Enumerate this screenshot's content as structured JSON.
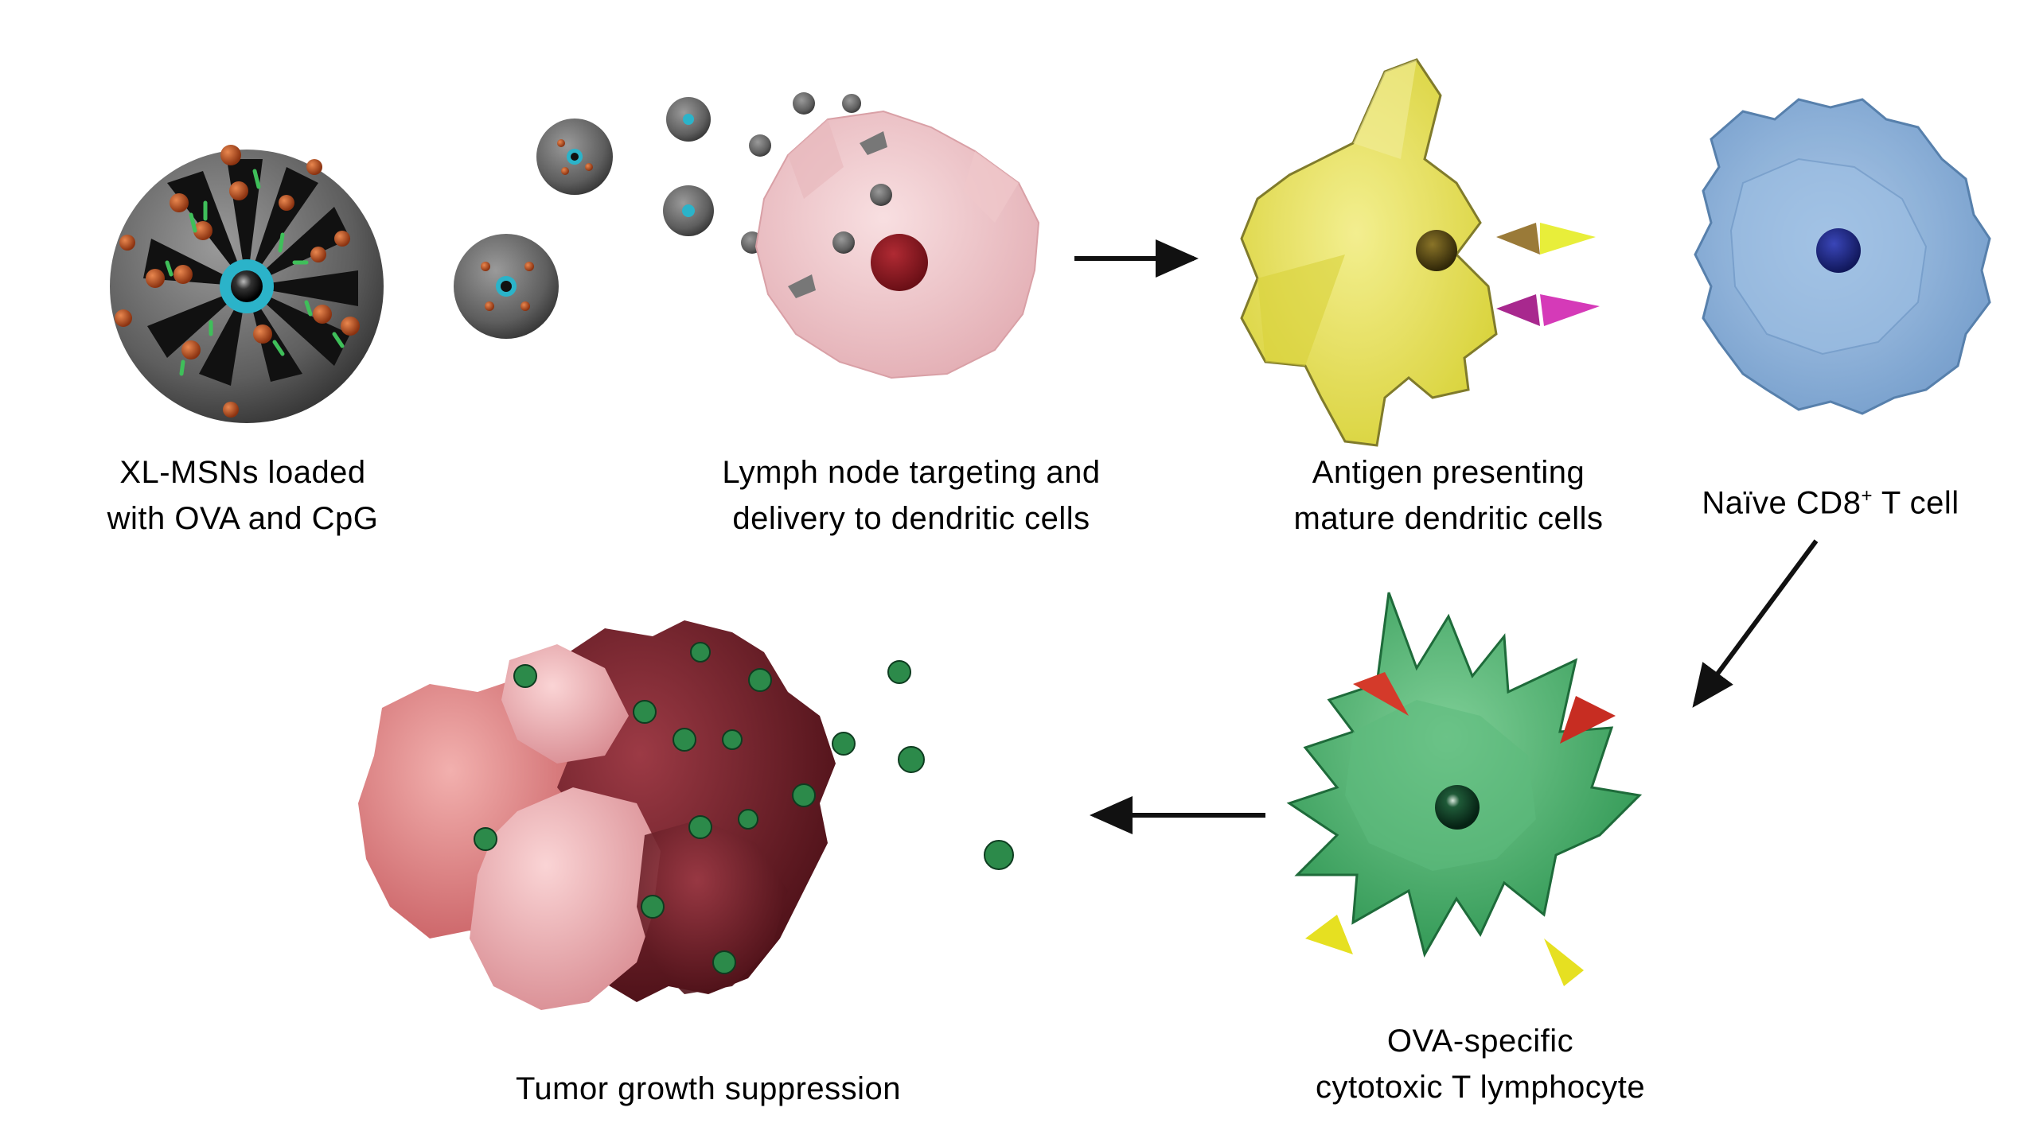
{
  "diagram": {
    "title": "XL-MSN vaccine mechanism",
    "stages": [
      {
        "id": "nanoparticle",
        "lines": [
          "XL-MSNs loaded",
          "with OVA and CpG"
        ]
      },
      {
        "id": "lymph-node",
        "lines": [
          "Lymph node targeting and",
          "delivery to dendritic cells"
        ]
      },
      {
        "id": "dendritic-cell",
        "lines": [
          "Antigen presenting",
          "mature dendritic cells"
        ]
      },
      {
        "id": "naive-t-cell",
        "lines": [
          "Naïve CD8",
          "+",
          " T cell"
        ]
      },
      {
        "id": "ctl",
        "lines": [
          "OVA-specific",
          "cytotoxic T lymphocyte"
        ]
      },
      {
        "id": "tumor",
        "lines": [
          "Tumor growth suppression"
        ]
      }
    ],
    "arrows": [
      {
        "from": "lymph-node",
        "to": "dendritic-cell"
      },
      {
        "from": "naive-t-cell",
        "to": "ctl"
      },
      {
        "from": "ctl",
        "to": "tumor"
      }
    ],
    "colors": {
      "msn_shell": "#6b6b6b",
      "msn_core": "#1a1a1a",
      "msn_ring": "#2bb3c9",
      "ova_particle": "#c0531f",
      "cpg_strand": "#3fbf5a",
      "lymph_cell": "#f2c9cc",
      "lymph_nucleus": "#8b1a22",
      "dendritic_cell": "#e8e25a",
      "dendritic_nucleus": "#4a3b10",
      "t_cell": "#8fb6de",
      "t_nucleus": "#1f2a8a",
      "ctl_cell": "#3fae66",
      "ctl_nucleus": "#0f3a22",
      "tumor_light": "#e38a8a",
      "tumor_pink": "#f0b1b3",
      "tumor_dark": "#6e1d24",
      "arrow": "#111111"
    }
  }
}
